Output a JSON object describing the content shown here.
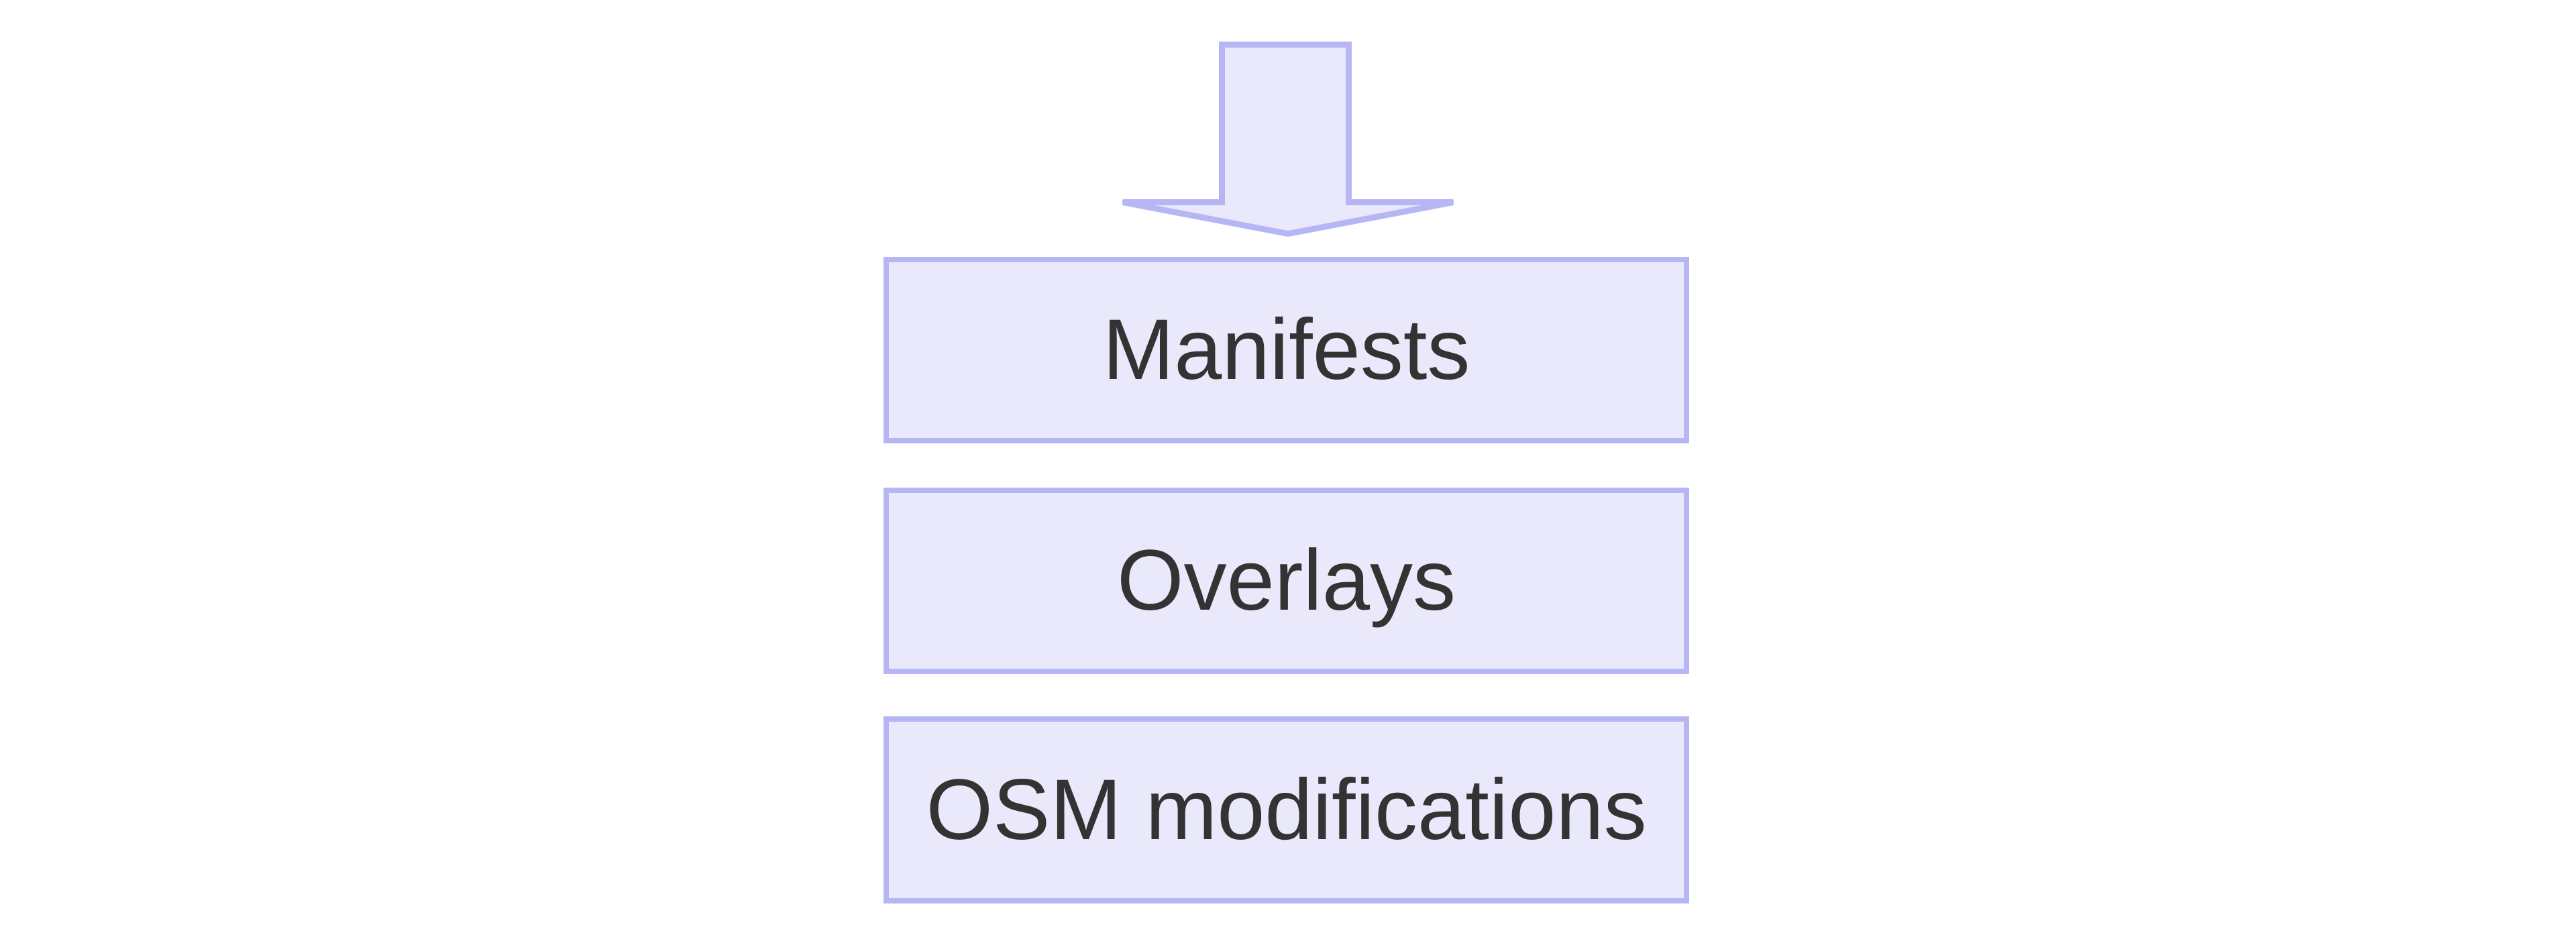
{
  "diagram": {
    "background_color": "#ffffff",
    "arrow": {
      "name": "down-arrow",
      "direction": "down",
      "fill_color": "#e9e9fb",
      "stroke_color": "#b6b6f4"
    },
    "box_style": {
      "fill_color": "#e9e9fb",
      "border_color": "#b6b6f4",
      "text_color": "#333333"
    },
    "boxes": [
      {
        "label": "Manifests"
      },
      {
        "label": "Overlays"
      },
      {
        "label": "OSM modifications"
      }
    ]
  }
}
